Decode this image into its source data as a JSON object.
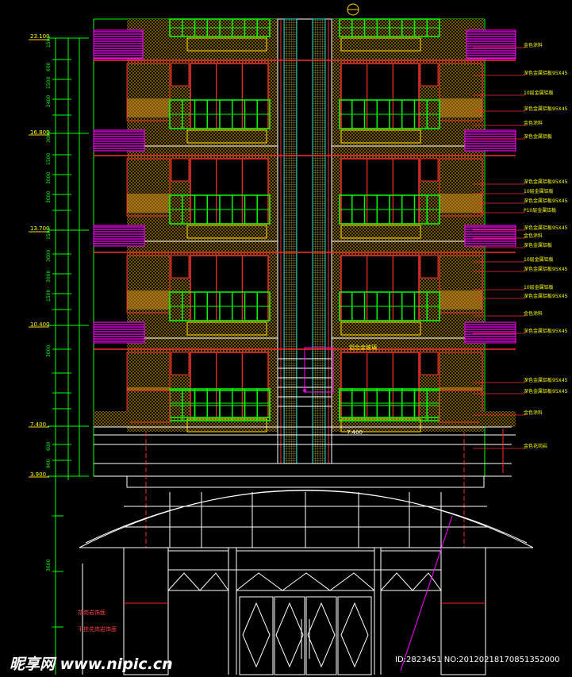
{
  "level_labels": [
    "23.100",
    "16.800",
    "13.700",
    "10.400",
    "7.400",
    "3.900"
  ],
  "dim_labels": [
    "1500",
    "600",
    "1500",
    "2400",
    "3000",
    "1500",
    "3000",
    "3000",
    "1500",
    "3000",
    "3000",
    "1500",
    "3000",
    "600",
    "900",
    "3600"
  ],
  "callouts_right": [
    "金色涂料",
    "深色金属铝板95X45",
    "10层金属铝板",
    "深色金属铝板95X45",
    "金色涂料",
    "深色金属铝板",
    "深色金属铝板95X45",
    "10层金属铝板",
    "深色金属铝板95X45",
    "P10层金属铝板",
    "深色金属铝板95X45",
    "金色涂料",
    "深色金属铝板",
    "10层金属铝板",
    "深色金属铝板95X45",
    "10层金属铝板",
    "深色金属铝板95X45",
    "金色涂料",
    "深色金属铝板95X45",
    "深色金属铝板95X45",
    "深色金属铝板95X45",
    "金色涂料",
    "金色花岗岩"
  ],
  "callouts_left": [
    "花岗岩饰面",
    "干挂花岗岩饰面"
  ],
  "center_note": "铝合金玻璃",
  "level_mark": "7.400",
  "watermark": "昵享网 www.nipic.cn",
  "image_id": "ID:2823451 NO:20120218170851352000",
  "colors": {
    "red": "#ff2a2a",
    "green": "#00ff00",
    "yellow": "#ffd400",
    "magenta": "#ff00ff",
    "white": "#ffffff",
    "cyan": "#00ffff",
    "orange": "#c88a1a"
  }
}
